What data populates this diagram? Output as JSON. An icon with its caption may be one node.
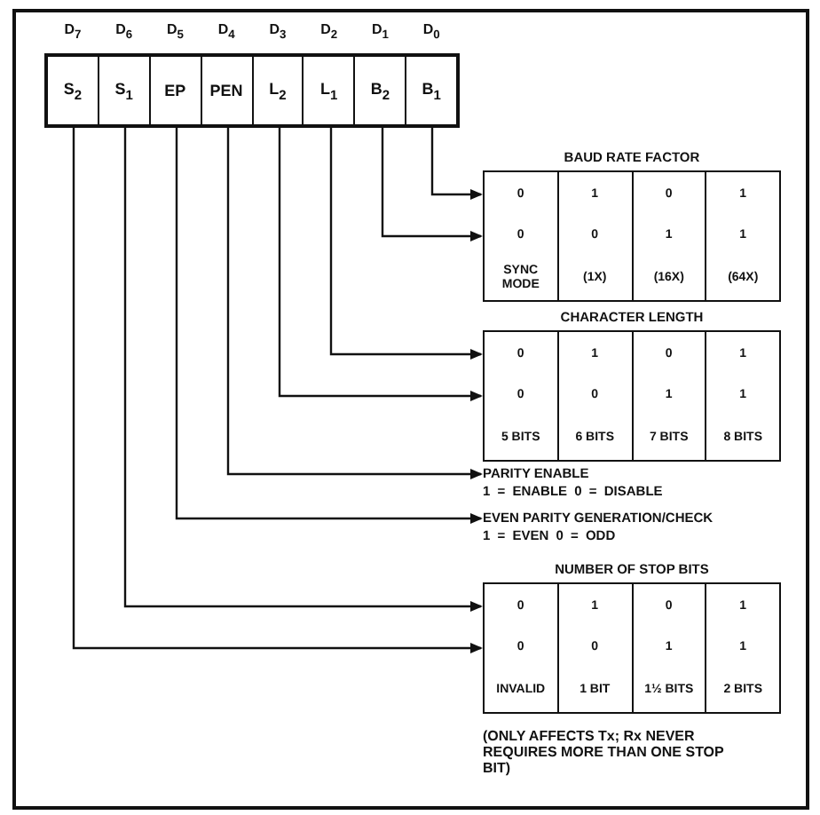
{
  "diagram": {
    "nodes": [
      {
        "text": [],
        "shape": "box"
      },
      {
        "text": [
          "S$_{2}$"
        ],
        "beside": [
          "D$_{7}$"
        ],
        "in": 0
      },
      {
        "text": [
          "S$_{1}$"
        ],
        "beside": [
          "D$_{6}$"
        ],
        "in": 0
      },
      {
        "text": [
          "EP"
        ],
        "beside": [
          "D$_{5}$"
        ],
        "in": 0
      },
      {
        "text": [
          "PEN"
        ],
        "beside": [
          "D$_{4}$"
        ],
        "in": 0
      },
      {
        "text": [
          "L$_{2}$"
        ],
        "beside": [
          "D$_{3}$"
        ],
        "in": 0
      },
      {
        "text": [
          "L$_{1}$"
        ],
        "beside": [
          "D$_{2}$"
        ],
        "in": 0
      },
      {
        "text": [
          "B$_{2}$"
        ],
        "beside": [
          "D$_{1}$"
        ],
        "in": 0
      },
      {
        "text": [
          "B$_{1}$"
        ],
        "beside": [
          "D$_{0}$"
        ],
        "in": 0
      },
      {
        "text": [
          "BAUD RATE FACTOR"
        ]
      },
      {
        "text": [
          "0",
          "1",
          "0",
          "1"
        ],
        "in": 9
      },
      {
        "text": [
          "0",
          "0",
          "1",
          "1"
        ],
        "in": 9
      },
      {
        "text": [
          "SYNC MODE",
          "(1X)",
          "(16X)",
          "(64X)"
        ],
        "in": 9
      },
      {
        "text": [
          "CHARACTER LENGTH"
        ]
      },
      {
        "text": [
          "0",
          "1",
          "0",
          "1"
        ],
        "in": 13
      },
      {
        "text": [
          "0",
          "0",
          "1",
          "1"
        ],
        "in": 13
      },
      {
        "text": [
          "5 BITS",
          "6 BITS",
          "7 BITS",
          "8 BITS"
        ],
        "in": 13
      },
      {
        "text": [
          "PARITY ENABLE",
          "1 = ENABLE 0 = DISABLE"
        ]
      },
      {
        "text": [
          "EVEN PARITY GENERATION/CHECK",
          "1 = EVEN 0 = ODD"
        ]
      },
      {
        "text": [
          "NUMBER OF STOP BITS"
        ]
      },
      {
        "text": [
          "0",
          "1",
          "0",
          "1"
        ],
        "in": 19
      },
      {
        "text": [
          "0",
          "0",
          "1",
          "1"
        ],
        "in": 19
      },
      {
        "text": [
          "INVALID",
          "1 BIT",
          "1½ BITS",
          "2 BITS"
        ],
        "in": 19
      }
    ],
    "edges": [
      {
        "from": 8,
        "to": 10,
        "arrow": "to"
      },
      {
        "from": 7,
        "to": 11,
        "arrow": "to"
      },
      {
        "from": 6,
        "to": 14,
        "arrow": "to"
      },
      {
        "from": 5,
        "to": 15,
        "arrow": "to"
      },
      {
        "from": 4,
        "to": 17,
        "arrow": "to"
      },
      {
        "from": 3,
        "to": 18,
        "arrow": "to"
      },
      {
        "from": 2,
        "to": 20,
        "arrow": "to"
      },
      {
        "from": 1,
        "to": 21,
        "arrow": "to"
      }
    ],
    "labels": [
      "(ONLY AFFECTS Tx; Rx NEVER REQUIRES MORE THAN ONE STOP BIT)"
    ]
  }
}
